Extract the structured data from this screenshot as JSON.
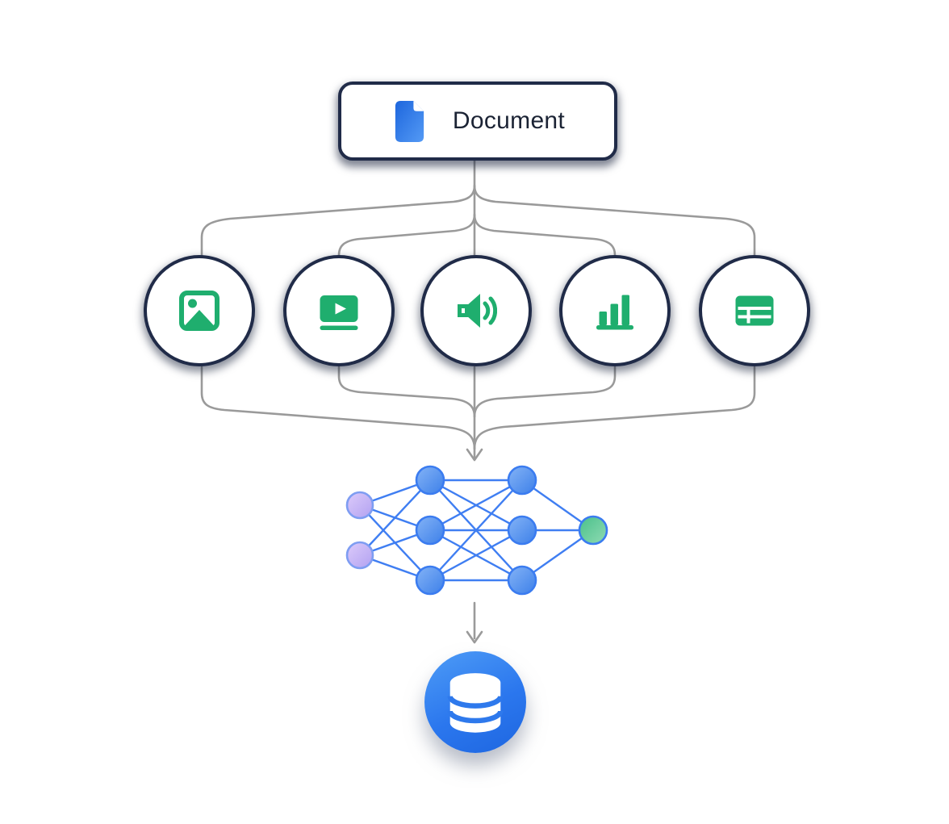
{
  "document_node": {
    "label": "Document",
    "icon": "document-icon"
  },
  "modalities": [
    {
      "id": "image",
      "icon": "image-icon"
    },
    {
      "id": "video",
      "icon": "video-icon"
    },
    {
      "id": "audio",
      "icon": "audio-icon"
    },
    {
      "id": "bar-chart",
      "icon": "bar-chart-icon"
    },
    {
      "id": "table",
      "icon": "table-icon"
    }
  ],
  "network": {
    "layers": [
      2,
      3,
      3,
      1
    ]
  },
  "sink": {
    "id": "database",
    "icon": "database-icon"
  },
  "colors": {
    "navy": "#202b48",
    "green": "#1fae6e",
    "connector_gray": "#9a9a9a",
    "edge_blue": "#3f7ef2",
    "doc_blue_dark": "#1d66dd",
    "doc_blue_light": "#549af5",
    "db_blue_light": "#4e9cf6",
    "db_blue_dark": "#1e66e0",
    "node_purple": "#c9b4f6",
    "node_blue": "#4f93f0",
    "node_green": "#62c897",
    "text": "#1b2334"
  }
}
